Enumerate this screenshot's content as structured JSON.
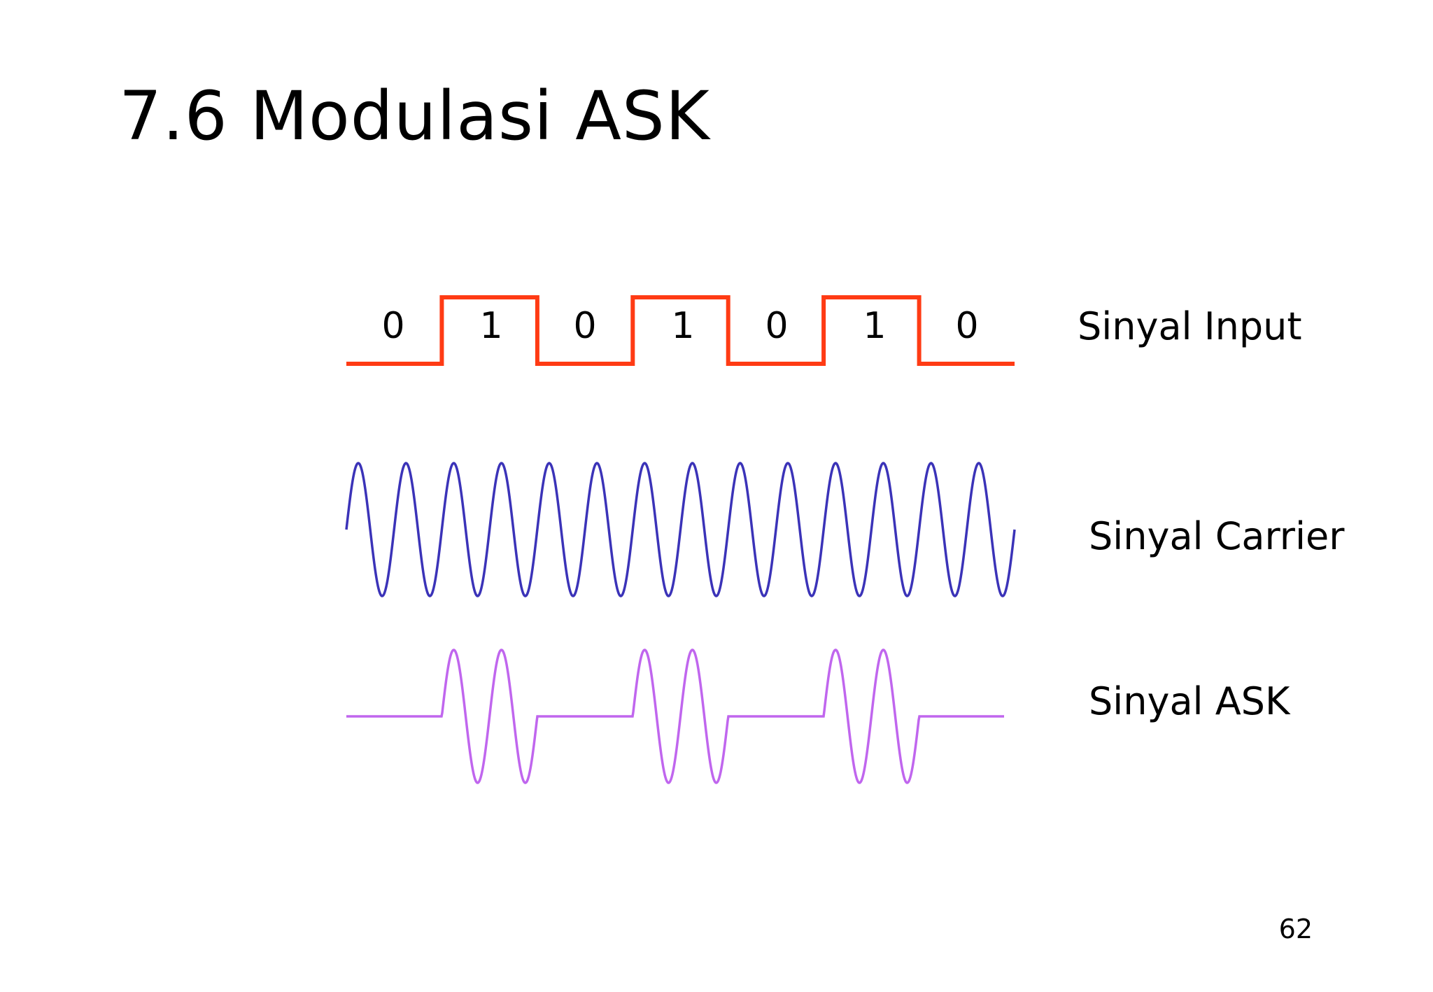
{
  "slide": {
    "title": "7.6 Modulasi ASK",
    "page_number": "62"
  },
  "input_signal": {
    "label": "Sinyal Input",
    "bits": [
      "0",
      "1",
      "0",
      "1",
      "0",
      "1",
      "0"
    ],
    "color": "#ff3b14"
  },
  "carrier_signal": {
    "label": "Sinyal Carrier",
    "color": "#3b33b8"
  },
  "ask_signal": {
    "label": "Sinyal ASK",
    "color": "#c066ee"
  }
}
